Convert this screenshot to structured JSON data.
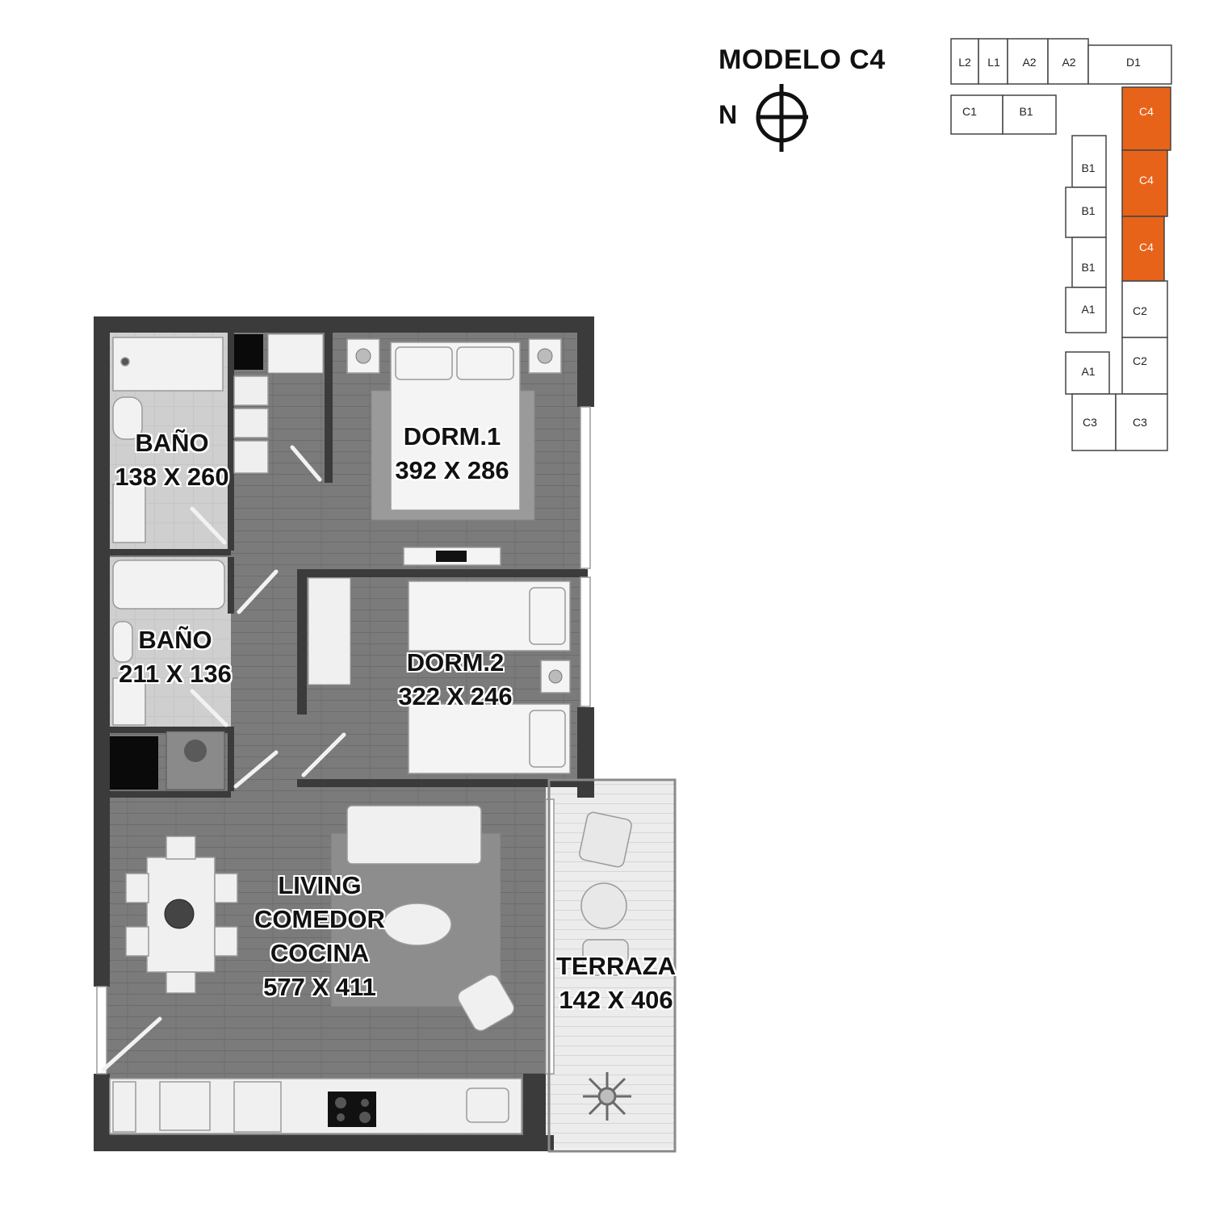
{
  "header": {
    "model_title": "MODELO C4",
    "north_label": "N"
  },
  "colors": {
    "highlight": "#e8631a",
    "wall": "#3a3a3a",
    "floor": "#7a7a7a",
    "furniture": "#e6e6e6"
  },
  "key_plan": {
    "units": [
      "L2",
      "L1",
      "A2",
      "A2",
      "D1",
      "C1",
      "B1",
      "C4",
      "C4",
      "B1",
      "B1",
      "C4",
      "B1",
      "A1",
      "C2",
      "A1",
      "C2",
      "C3",
      "C3"
    ],
    "highlighted": "C4"
  },
  "rooms": {
    "bano1": {
      "name": "BAÑO",
      "dims": "138 X 260"
    },
    "dorm1": {
      "name": "DORM.1",
      "dims": "392 X 286"
    },
    "bano2": {
      "name": "BAÑO",
      "dims": "211 X 136"
    },
    "dorm2": {
      "name": "DORM.2",
      "dims": "322 X 246"
    },
    "living": {
      "name_lines": [
        "LIVING",
        "COMEDOR",
        "COCINA"
      ],
      "dims": "577 X 411"
    },
    "terraza": {
      "name": "TERRAZA",
      "dims": "142 X 406"
    }
  }
}
